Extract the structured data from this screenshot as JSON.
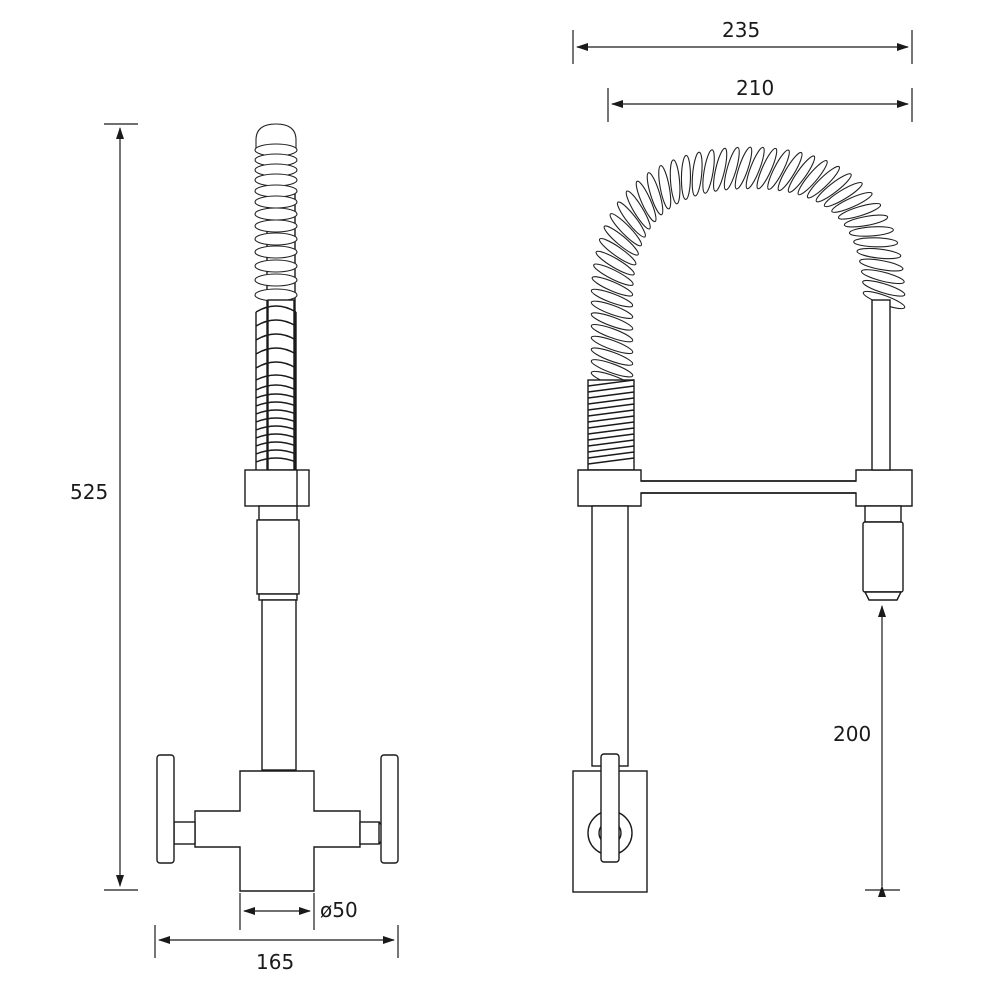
{
  "drawing": {
    "type": "technical dimension drawing",
    "subject": "pre-rinse spring kitchen mixer tap",
    "line_color": "#1a1a1a",
    "background": "#ffffff",
    "views": [
      {
        "name": "front-view",
        "description": "front elevation with vertical spring, body cross and two lever handles"
      },
      {
        "name": "side-view",
        "description": "side elevation with arched spring, horizontal arm and spray head"
      }
    ]
  },
  "dimensions": {
    "overall_height": "525",
    "body_diameter": "ø50",
    "overall_width_front": "165",
    "overall_reach": "235",
    "spout_reach": "210",
    "spray_height": "200"
  }
}
